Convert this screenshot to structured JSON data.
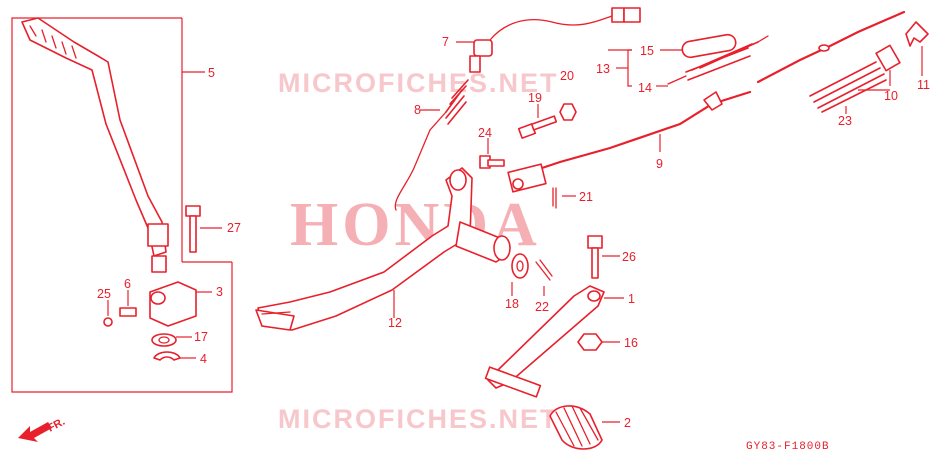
{
  "watermarks": {
    "top": "MICROFICHES.NET",
    "center": "HONDA",
    "bottom": "MICROFICHES.NET"
  },
  "diagram_code": "GY83-F1800B",
  "direction_label": "FR.",
  "callouts": {
    "c1": "1",
    "c2": "2",
    "c3": "3",
    "c4": "4",
    "c5": "5",
    "c6": "6",
    "c7": "7",
    "c8": "8",
    "c9": "9",
    "c10": "10",
    "c11": "11",
    "c12": "12",
    "c13": "13",
    "c14": "14",
    "c15": "15",
    "c16": "16",
    "c17": "17",
    "c18": "18",
    "c19": "19",
    "c20": "20",
    "c21": "21",
    "c22": "22",
    "c23": "23",
    "c24": "24",
    "c25": "25",
    "c26": "26",
    "c27": "27"
  },
  "colors": {
    "ink": "#e8202c",
    "watermark": "#f4b0b5",
    "background": "#ffffff"
  }
}
